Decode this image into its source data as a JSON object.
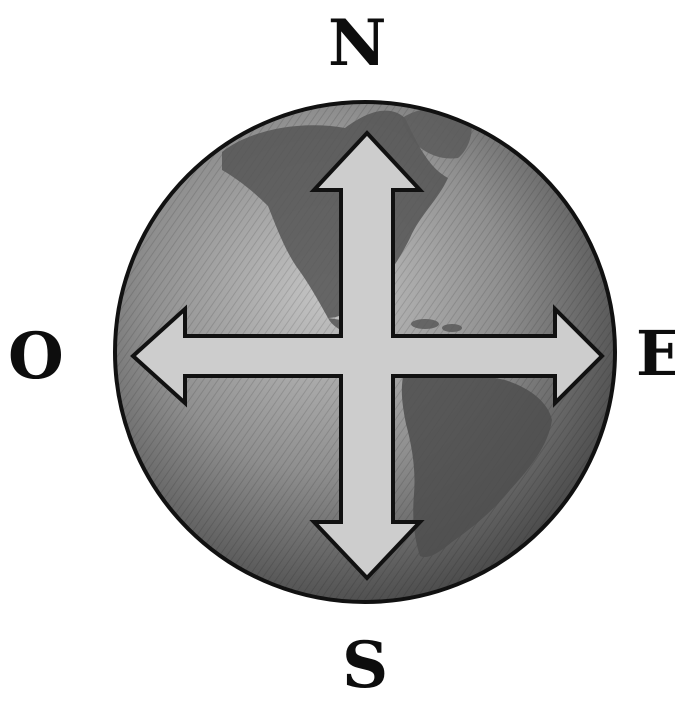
{
  "compass": {
    "north": "N",
    "south": "S",
    "east": "E",
    "west": "O"
  },
  "colors": {
    "globe_ocean": "#8c8c8c",
    "globe_land": "#5a5a5a",
    "arrow_fill": "#c9c9c9",
    "outline": "#111111",
    "background": "#ffffff"
  },
  "icons": {
    "globe": "globe-icon",
    "cross_arrow": "four-way-arrow-icon"
  }
}
